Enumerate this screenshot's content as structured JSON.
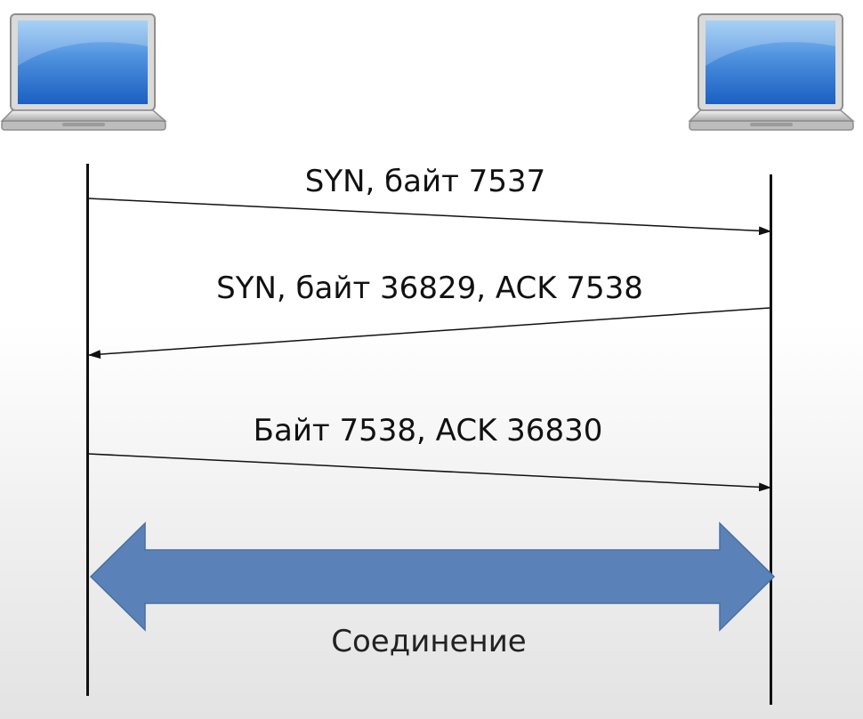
{
  "messages": [
    {
      "label": "SYN, байт 7537",
      "direction": "right"
    },
    {
      "label": "SYN, байт 36829, ACK 7538",
      "direction": "left"
    },
    {
      "label": "Байт 7538, ACK 36830",
      "direction": "right"
    }
  ],
  "connection": {
    "label": "Соединение",
    "color": "#5b82b8"
  },
  "icons": {
    "left_host": "laptop-icon",
    "right_host": "laptop-icon"
  },
  "colors": {
    "line": "#111111",
    "screen_top": "#6aa8e6",
    "screen_bottom": "#1d62c4"
  }
}
